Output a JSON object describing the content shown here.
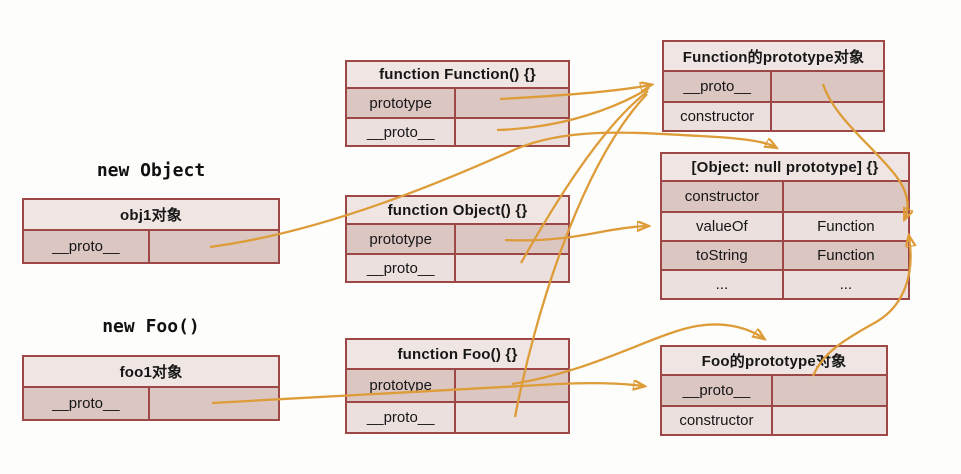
{
  "diagram": {
    "topic": "JavaScript prototype chain",
    "background": "#fdfdfc"
  },
  "colors": {
    "table_border": "#9e4747",
    "table_header_bg": "#efe6e4",
    "row_dark_bg": "#dbc6c2",
    "row_light_bg": "#ece0de",
    "arrow": "#dd9c38",
    "text": "#161616"
  },
  "labels": {
    "new_object": "new Object",
    "new_foo": "new Foo()"
  },
  "tables": {
    "obj1": {
      "title": "obj1对象",
      "rows": [
        {
          "label": "__proto__",
          "value": ""
        }
      ]
    },
    "foo1": {
      "title": "foo1对象",
      "rows": [
        {
          "label": "__proto__",
          "value": ""
        }
      ]
    },
    "func_function": {
      "title": "function Function() {}",
      "rows": [
        {
          "label": "prototype",
          "value": ""
        },
        {
          "label": "__proto__",
          "value": ""
        }
      ]
    },
    "func_object": {
      "title": "function Object() {}",
      "rows": [
        {
          "label": "prototype",
          "value": ""
        },
        {
          "label": "__proto__",
          "value": ""
        }
      ]
    },
    "func_foo": {
      "title": "function Foo() {}",
      "rows": [
        {
          "label": "prototype",
          "value": ""
        },
        {
          "label": "__proto__",
          "value": ""
        }
      ]
    },
    "function_prototype": {
      "title": "Function的prototype对象",
      "rows": [
        {
          "label": "__proto__",
          "value": ""
        },
        {
          "label": "constructor",
          "value": ""
        }
      ]
    },
    "object_null_prototype": {
      "title": "[Object: null prototype] {}",
      "rows": [
        {
          "label": "constructor",
          "value": ""
        },
        {
          "label": "valueOf",
          "value": "Function"
        },
        {
          "label": "toString",
          "value": "Function"
        },
        {
          "label": "...",
          "value": "..."
        }
      ]
    },
    "foo_prototype": {
      "title": "Foo的prototype对象",
      "rows": [
        {
          "label": "__proto__",
          "value": ""
        },
        {
          "label": "constructor",
          "value": ""
        }
      ]
    }
  },
  "arrows": [
    {
      "from": "function-function.prototype",
      "to": "function-prototype-object"
    },
    {
      "from": "function-function.__proto__",
      "to": "function-prototype-object"
    },
    {
      "from": "function-object.__proto__",
      "to": "function-prototype-object"
    },
    {
      "from": "function-foo.__proto__",
      "to": "function-prototype-object"
    },
    {
      "from": "obj1.__proto__",
      "to": "object-null-prototype"
    },
    {
      "from": "function-object.prototype",
      "to": "object-null-prototype.valueOf"
    },
    {
      "from": "function-foo.prototype",
      "to": "foo-prototype-object"
    },
    {
      "from": "foo1.__proto__",
      "to": "foo-prototype-object.__proto__"
    },
    {
      "from": "function-prototype-object.__proto__",
      "to": "object-null-prototype"
    },
    {
      "from": "foo-prototype-object.__proto__",
      "to": "object-null-prototype"
    }
  ]
}
